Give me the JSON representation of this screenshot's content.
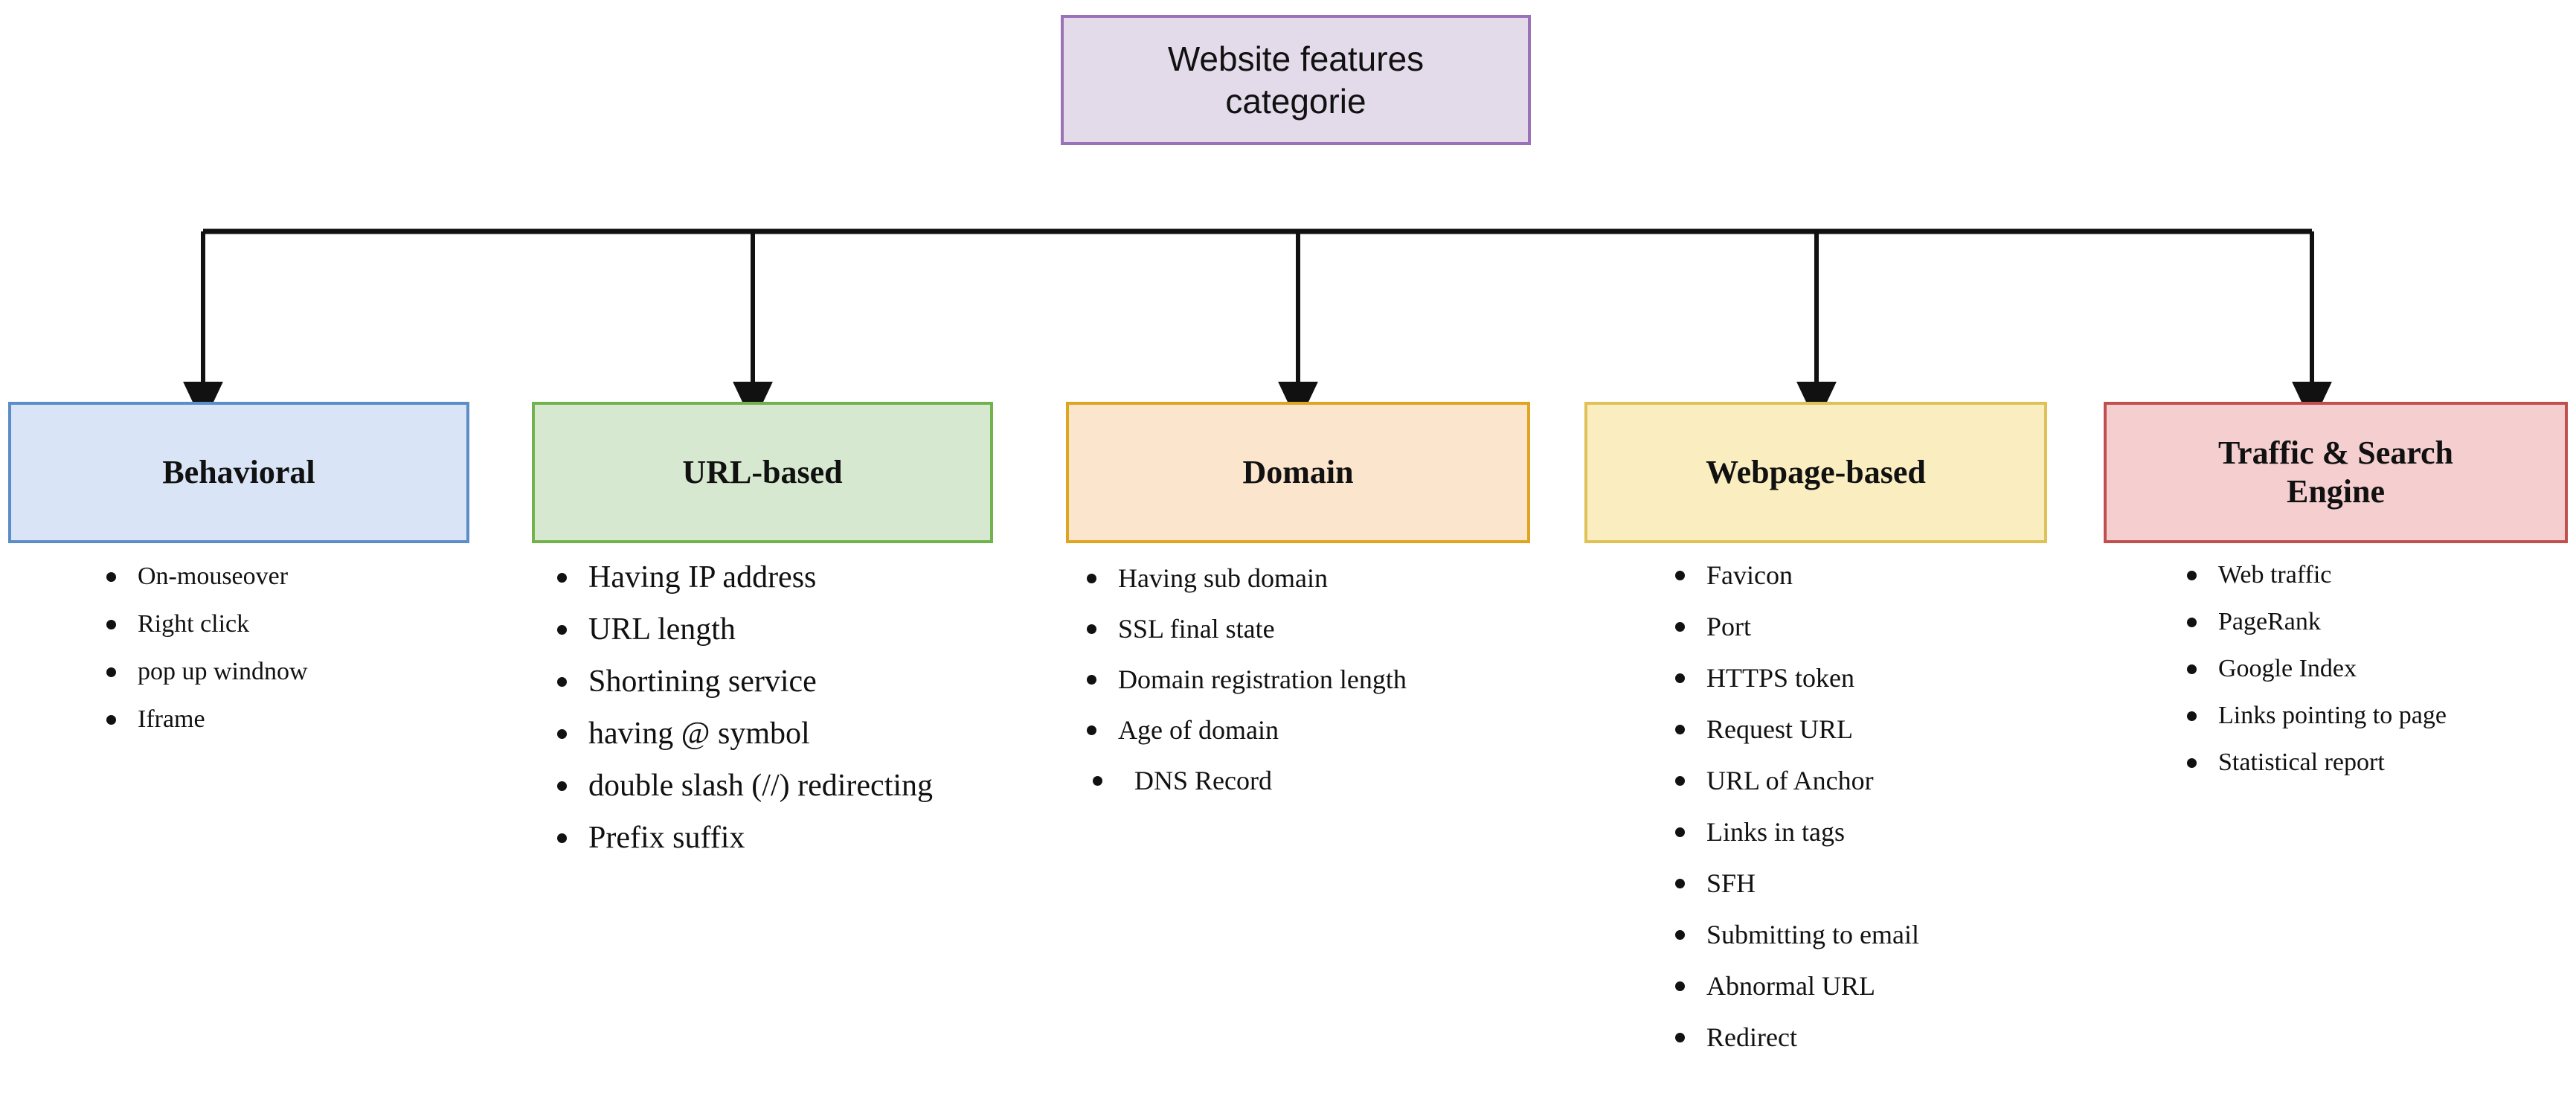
{
  "diagram": {
    "type": "tree-hierarchy",
    "root": {
      "label_line1": "Website features",
      "label_line2": "categorie",
      "fill_color": "#e4dbea",
      "border_color": "#9b72b8"
    },
    "connector_color": "#111111",
    "categories": [
      {
        "id": "behavioral",
        "title": "Behavioral",
        "fill_color": "#d9e5f6",
        "border_color": "#5b8dc8",
        "features": [
          "On-mouseover",
          "Right click",
          "pop up windnow",
          "Iframe"
        ]
      },
      {
        "id": "url-based",
        "title": "URL-based",
        "fill_color": "#d7e8d0",
        "border_color": "#72b24c",
        "features": [
          "Having IP address",
          "URL length",
          "Shortining service",
          "having @ symbol",
          "double slash (//) redirecting",
          "Prefix suffix"
        ]
      },
      {
        "id": "domain",
        "title": "Domain",
        "fill_color": "#fbe5cd",
        "border_color": "#dfa521",
        "features": [
          "Having sub domain",
          "SSL final state",
          "Domain registration length",
          "Age of domain",
          "DNS Record"
        ]
      },
      {
        "id": "webpage-based",
        "title": "Webpage-based",
        "fill_color": "#faeec0",
        "border_color": "#e0c157",
        "features": [
          "Favicon",
          "Port",
          "HTTPS token",
          "Request URL",
          "URL of Anchor",
          "Links in tags",
          "SFH",
          "Submitting to email",
          "Abnormal URL",
          "Redirect"
        ]
      },
      {
        "id": "traffic-search-engine",
        "title_line1": "Traffic & Search",
        "title_line2": "Engine",
        "fill_color": "#f5cfd0",
        "border_color": "#c0504d",
        "features": [
          "Web traffic",
          "PageRank",
          "Google Index",
          "Links pointing to page",
          "Statistical report"
        ]
      }
    ]
  }
}
